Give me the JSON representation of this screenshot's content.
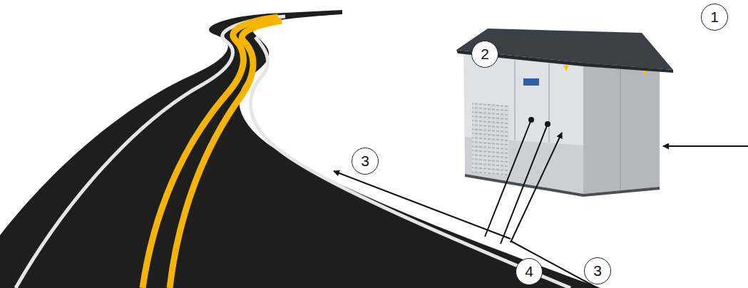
{
  "diagram": {
    "labels": [
      "1",
      "2",
      "3",
      "4",
      "3"
    ]
  }
}
